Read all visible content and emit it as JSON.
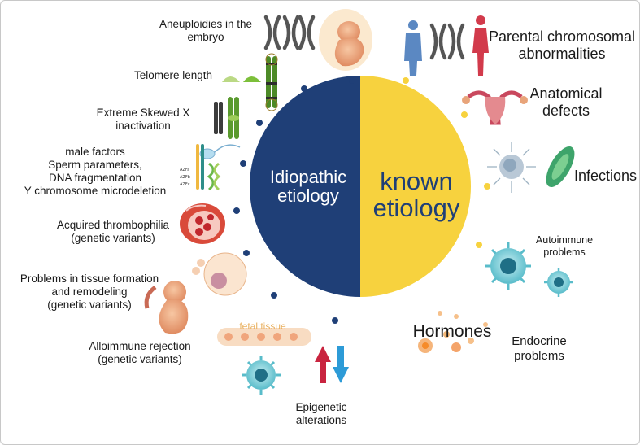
{
  "center": {
    "left_label": [
      "Idiopathic",
      "etiology"
    ],
    "right_label": [
      "known",
      "etiology"
    ],
    "colors": {
      "left": "#1f3f77",
      "right": "#f7d23e"
    }
  },
  "idiopathic_factors": [
    {
      "id": "aneuploidies",
      "lines": [
        "Aneuploidies in the",
        "embryo"
      ]
    },
    {
      "id": "telomere",
      "lines": [
        "Telomere length"
      ]
    },
    {
      "id": "skewed-x",
      "lines": [
        "Extreme Skewed X",
        "inactivation"
      ]
    },
    {
      "id": "male-factors",
      "lines": [
        "male factors",
        "Sperm parameters,",
        "DNA fragmentation",
        "Y chromosome microdeletion"
      ]
    },
    {
      "id": "thrombophilia",
      "lines": [
        "Acquired thrombophilia",
        "(genetic variants)"
      ]
    },
    {
      "id": "tissue-formation",
      "lines": [
        "Problems in tissue formation",
        "and remodeling",
        "(genetic variants)"
      ]
    },
    {
      "id": "alloimmune",
      "lines": [
        "Alloimmune rejection",
        "(genetic variants)"
      ]
    },
    {
      "id": "epigenetic",
      "lines": [
        "Epigenetic",
        "alterations"
      ]
    }
  ],
  "known_factors": [
    {
      "id": "parental",
      "lines": [
        "Parental chromosomal",
        "abnormalities"
      ]
    },
    {
      "id": "anatomical",
      "lines": [
        "Anatomical",
        "defects"
      ]
    },
    {
      "id": "infections",
      "lines": [
        "Infections"
      ]
    },
    {
      "id": "autoimmune",
      "lines": [
        "Autoimmune",
        "problems"
      ]
    },
    {
      "id": "endocrine",
      "lines": [
        "Endocrine",
        "problems"
      ]
    }
  ],
  "illustration_labels": {
    "fetal_tissue": "fetal tissue",
    "hormones": "Hormones",
    "azf": [
      "AZFa",
      "AZFb",
      "AZFc"
    ]
  }
}
